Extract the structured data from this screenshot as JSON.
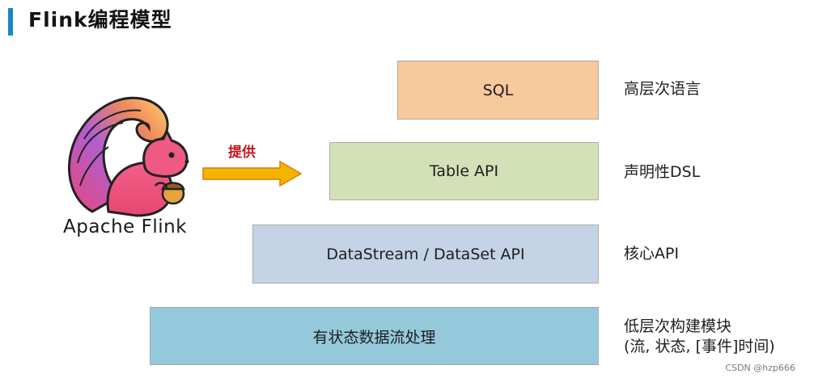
{
  "header": {
    "title": "Flink编程模型"
  },
  "logo": {
    "name": "Apache Flink"
  },
  "arrow": {
    "label": "提供"
  },
  "layers": {
    "sql": {
      "label": "SQL",
      "description": "高层次语言"
    },
    "table": {
      "label": "Table API",
      "description": "声明性DSL"
    },
    "datastream": {
      "label": "DataStream / DataSet API",
      "description": "核心API"
    },
    "stateful": {
      "label": "有状态数据流处理",
      "description_line1": "低层次构建模块",
      "description_line2": "(流, 状态, [事件]时间)"
    }
  },
  "colors": {
    "title_accent": "#1a86c7",
    "sql": "#f8c99d",
    "table": "#d4e1b8",
    "datastream": "#c4d3e6",
    "stateful": "#94c9dc",
    "arrow": "#f5b400",
    "arrow_label": "#c0141b"
  },
  "watermark": "CSDN @hzp666"
}
